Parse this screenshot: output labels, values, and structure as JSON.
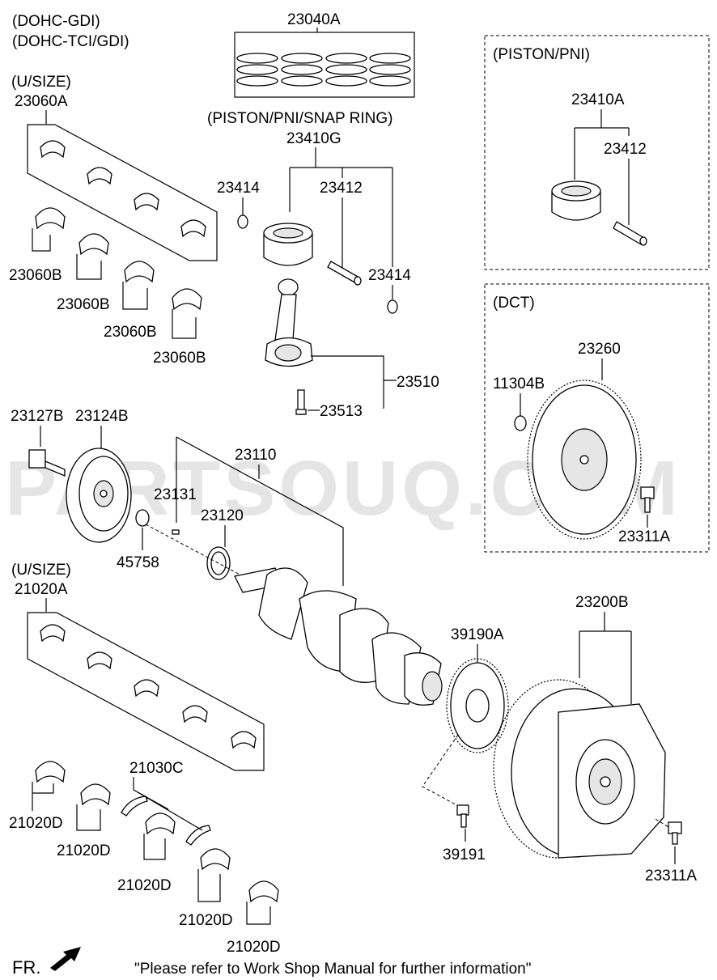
{
  "header": {
    "variant_1": "(DOHC-GDI)",
    "variant_2": "(DOHC-TCI/GDI)"
  },
  "labels": {
    "ring_set": "23040A",
    "piston_pni_snap": "(PISTON/PNI/SNAP RING)",
    "piston_assy": "23410G",
    "snap_ring_left": "23414",
    "piston_pin": "23412",
    "snap_ring_right": "23414",
    "rod_assy": "23510",
    "rod_bolt": "23513",
    "upper_usize": "(U/SIZE)",
    "rod_bearing_set": "23060A",
    "rod_bearing_1": "23060B",
    "rod_bearing_2": "23060B",
    "rod_bearing_3": "23060B",
    "rod_bearing_4": "23060B",
    "box1_title": "(PISTON/PNI)",
    "box1_piston": "23410A",
    "box1_pin": "23412",
    "box2_title": "(DCT)",
    "box2_flywheel": "23260",
    "box2_washer": "11304B",
    "box2_bolt": "23311A",
    "pulley_bolt": "23127B",
    "pulley": "23124B",
    "crankshaft": "23110",
    "key": "23131",
    "sprocket": "23120",
    "washer": "45758",
    "lower_usize": "(U/SIZE)",
    "main_bearing_set": "21020A",
    "thrust_bearing": "21030C",
    "main_bearing_1": "21020D",
    "main_bearing_2": "21020D",
    "main_bearing_3": "21020D",
    "main_bearing_4": "21020D",
    "main_bearing_5": "21020D",
    "drive_plate": "39190A",
    "plate_bolt": "39191",
    "flywheel": "23200B",
    "flywheel_bolt": "23311A"
  },
  "watermark": "PARTSOUQ.COM",
  "footer": {
    "direction": "FR.",
    "note": "\"Please refer to Work Shop Manual for further information\""
  }
}
